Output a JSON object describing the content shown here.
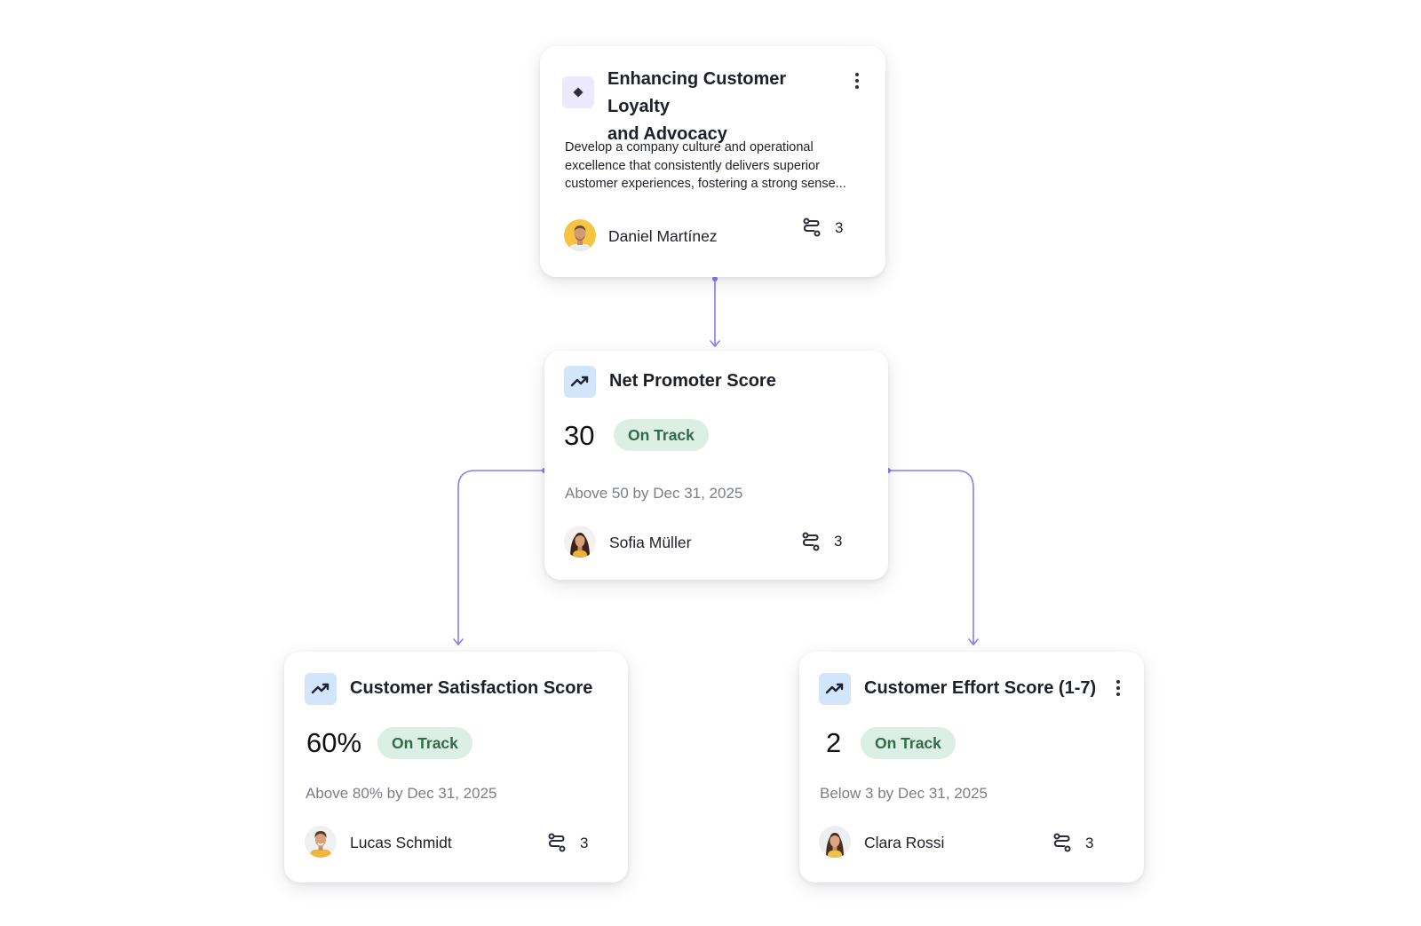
{
  "colors": {
    "connector": "#8b7bef",
    "badge_bg": "#dcefe4",
    "badge_text": "#2f6b49",
    "objective_icon_bg": "#ece8fd",
    "kr_icon_bg": "#d3e5fb"
  },
  "objective": {
    "icon": "diamond-icon",
    "title_line1": "Enhancing Customer Loyalty",
    "title_line2": "and Advocacy",
    "desc_line1": "Develop a company culture and operational",
    "desc_line2": "excellence that consistently delivers superior",
    "desc_line3": "customer experiences, fostering a strong sense...",
    "owner": "Daniel Martínez",
    "link_count": "3"
  },
  "nps": {
    "icon": "trending-up-icon",
    "title": "Net Promoter Score",
    "value": "30",
    "status": "On Track",
    "target": "Above 50 by Dec 31, 2025",
    "owner": "Sofia Müller",
    "link_count": "3"
  },
  "csat": {
    "icon": "trending-up-icon",
    "title": "Customer Satisfaction Score",
    "value": "60%",
    "status": "On Track",
    "target": "Above 80% by Dec 31, 2025",
    "owner": "Lucas Schmidt",
    "link_count": "3"
  },
  "ces": {
    "icon": "trending-up-icon",
    "title": "Customer Effort Score (1-7)",
    "value": "2",
    "status": "On Track",
    "target": "Below 3 by Dec 31, 2025",
    "owner": "Clara Rossi",
    "link_count": "3"
  }
}
